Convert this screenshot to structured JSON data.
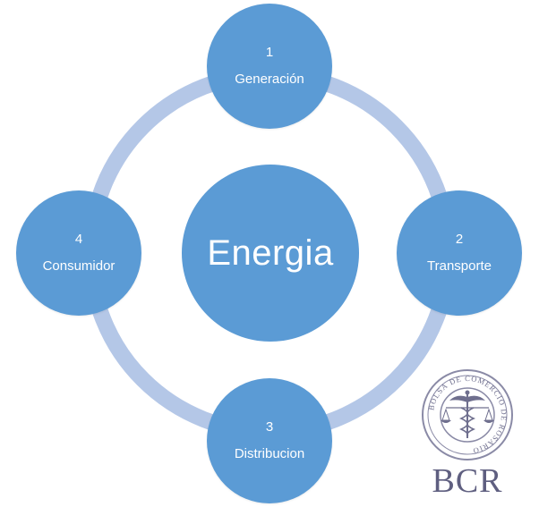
{
  "diagram": {
    "center": {
      "label": "Energia"
    },
    "nodes": [
      {
        "number": "1",
        "label": "Generación"
      },
      {
        "number": "2",
        "label": "Transporte"
      },
      {
        "number": "3",
        "label": "Distribucion"
      },
      {
        "number": "4",
        "label": "Consumidor"
      }
    ]
  },
  "logo": {
    "abbreviation": "BCR",
    "seal_text": "BOLSA DE COMERCIO DE ROSARIO"
  },
  "colors": {
    "node_fill": "#5b9bd5",
    "ring": "#b4c7e7",
    "text_on_node": "#ffffff",
    "logo": "#5f5f80"
  }
}
